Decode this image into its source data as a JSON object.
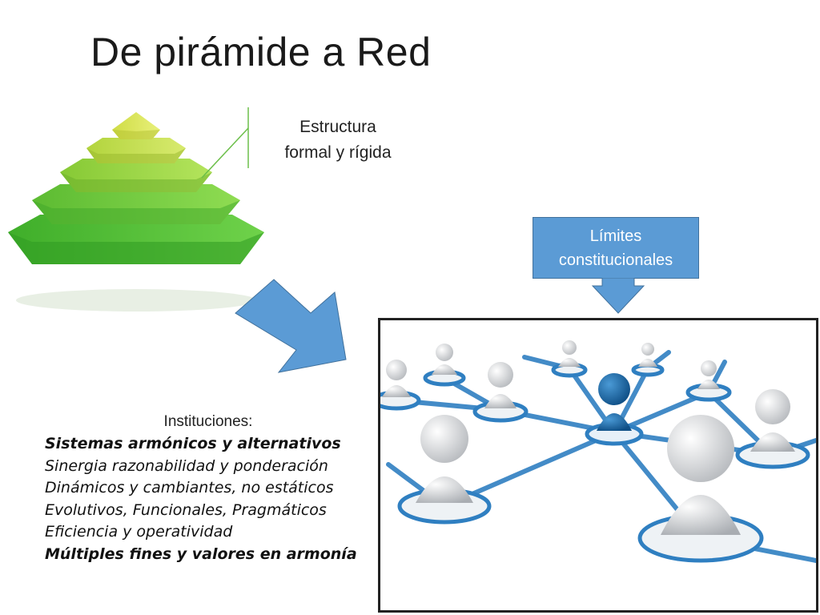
{
  "title": "De pirámide a Red",
  "pyramid_callout": {
    "line1": "Estructura",
    "line2": "formal y rígida"
  },
  "limites": {
    "line1": "Límites",
    "line2": "constitucionales"
  },
  "instituciones": {
    "heading": "Instituciones:",
    "items": [
      {
        "text": "Sistemas armónicos y alternativos",
        "bold": true
      },
      {
        "text": "Sinergia razonabilidad y ponderación",
        "bold": false
      },
      {
        "text": "Dinámicos y cambiantes, no estáticos",
        "bold": false
      },
      {
        "text": "Evolutivos, Funcionales, Pragmáticos",
        "bold": false
      },
      {
        "text": "Eficiencia y operatividad",
        "bold": false
      },
      {
        "text": "Múltiples fines y valores en armonía",
        "bold": true
      }
    ]
  },
  "colors": {
    "arrow_blue": "#5b9bd5",
    "node_blue": "#1f6fa8",
    "pyramid_greens": [
      "#5cc43a",
      "#7ccf3e",
      "#a0d93e",
      "#c6e24a",
      "#dce85a"
    ]
  },
  "icons": {
    "pyramid": "stepped-pyramid-image",
    "network": "people-network-image",
    "arrow": "diagonal-arrow"
  }
}
